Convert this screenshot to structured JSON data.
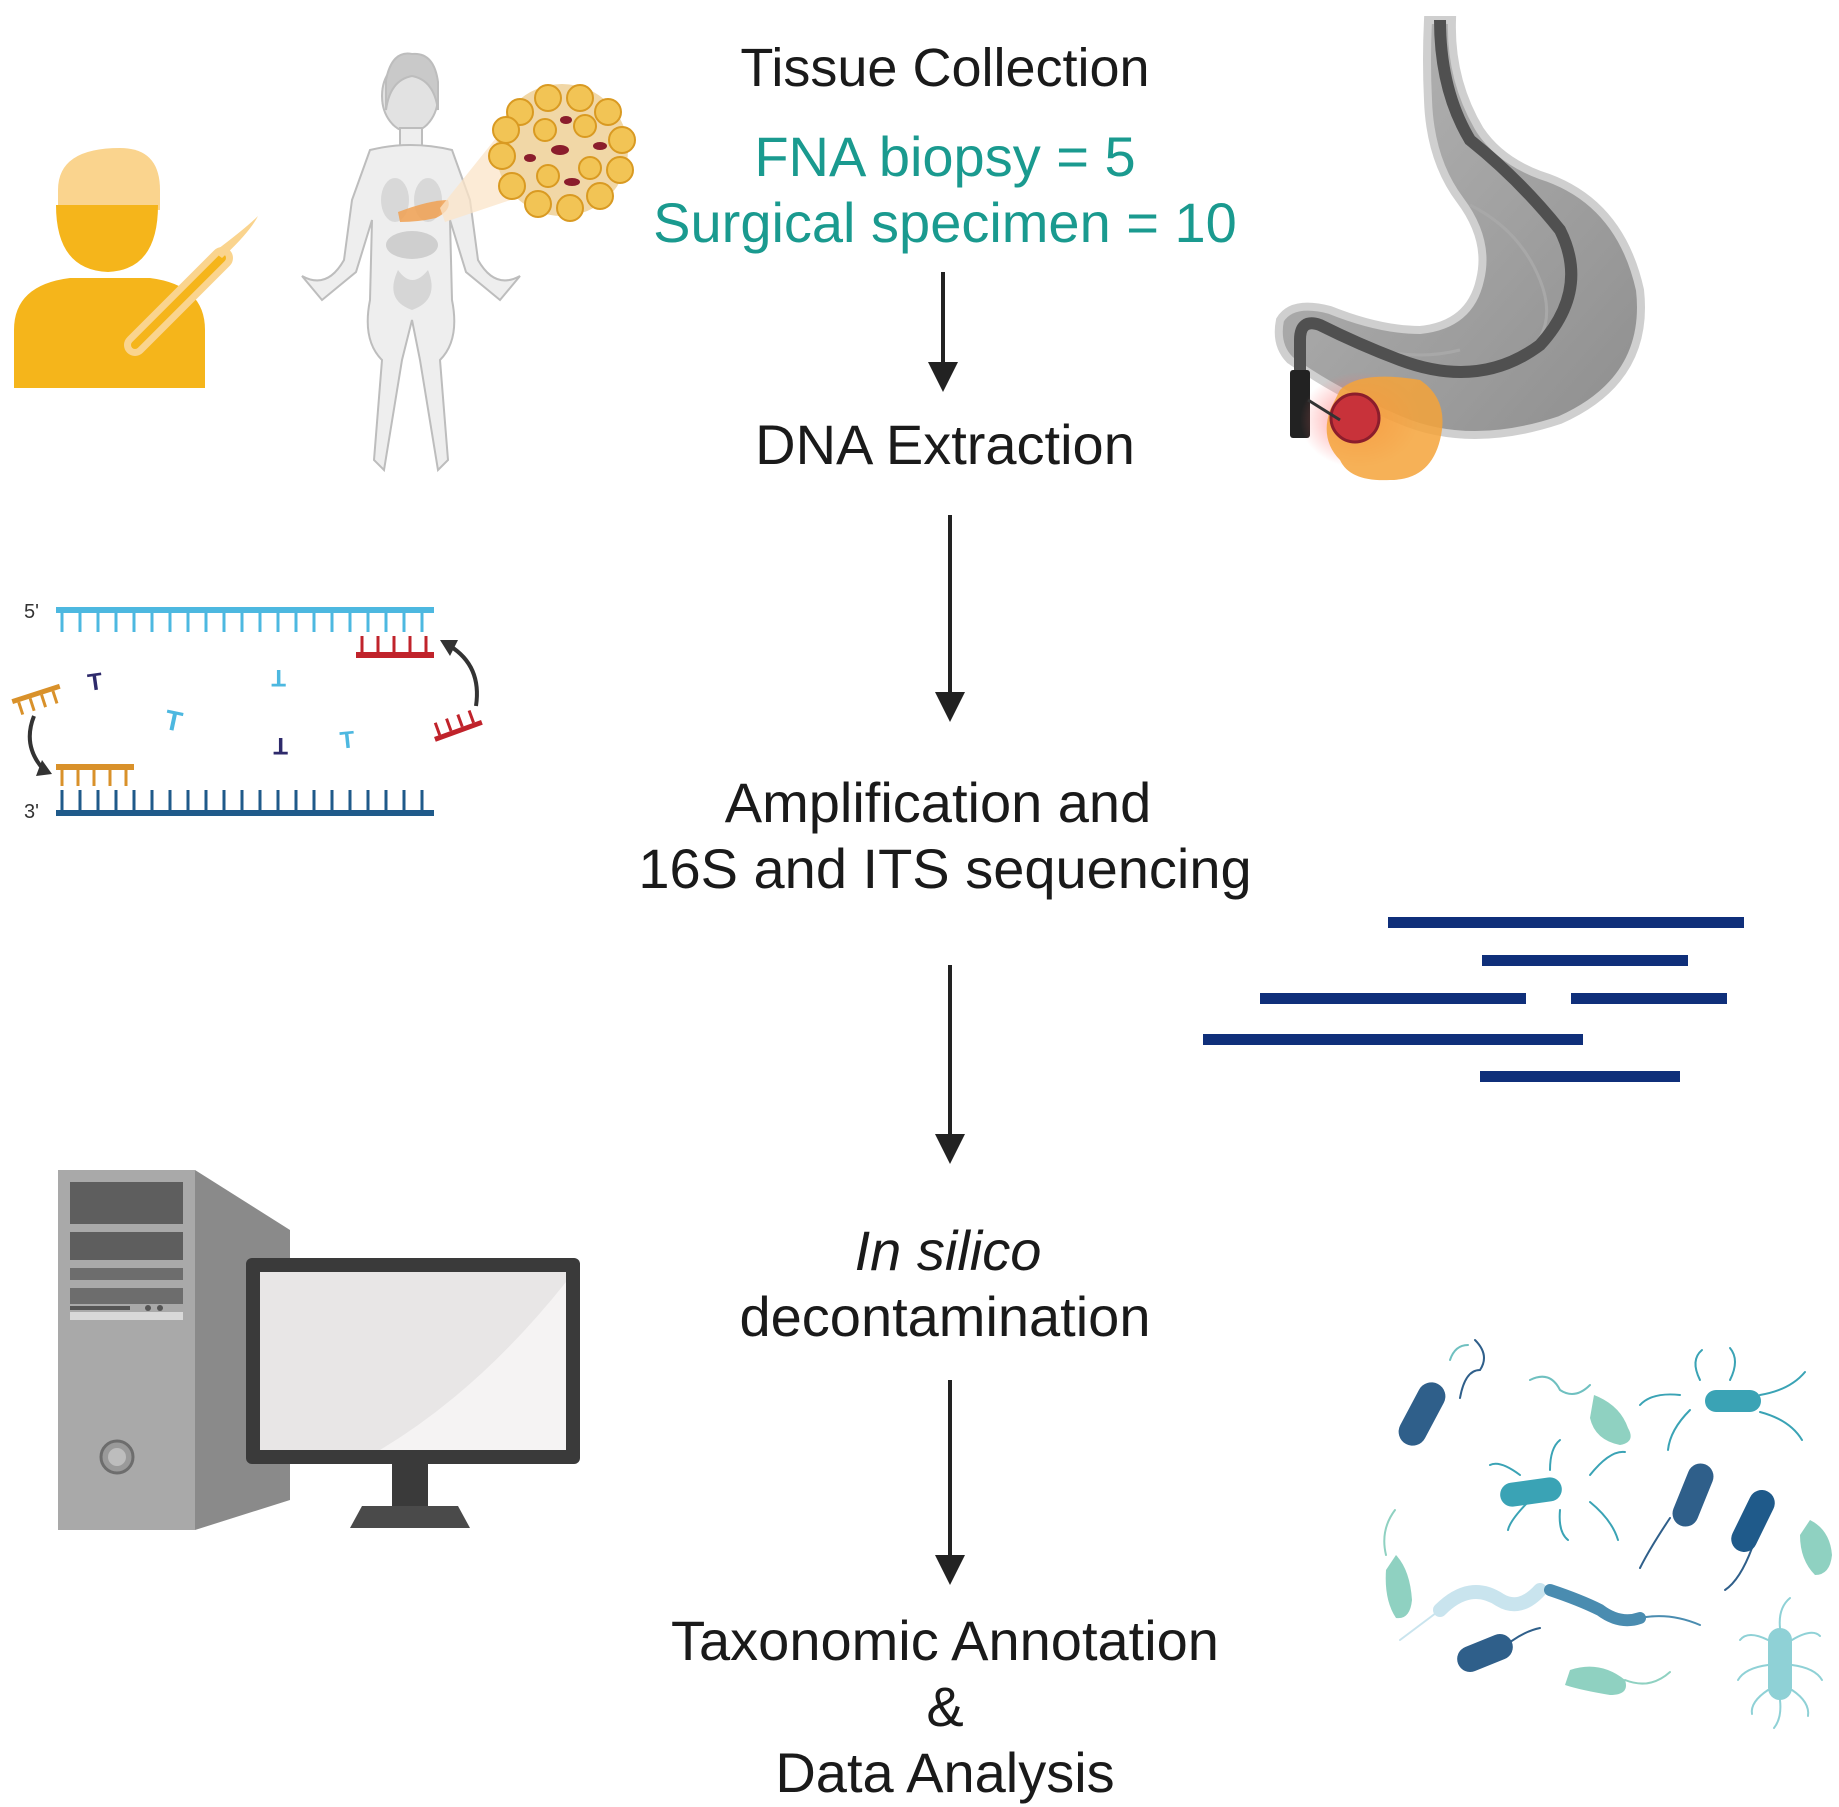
{
  "steps": [
    {
      "label": "Tissue Collection"
    },
    {
      "label": "DNA Extraction"
    },
    {
      "label_line1": "Amplification and",
      "label_line2": "16S and ITS sequencing"
    },
    {
      "label_line1_italic": "In silico",
      "label_line2": "decontamination"
    },
    {
      "label_line1": "Taxonomic Annotation",
      "label_line2": "&",
      "label_line3": "Data Analysis"
    }
  ],
  "samples": {
    "fna": "FNA biopsy = 5",
    "surgical": "Surgical specimen = 10"
  },
  "dna_strand_labels": {
    "five_prime": "5'",
    "three_prime": "3'"
  },
  "colors": {
    "text": "#1a1a1a",
    "sample_text": "#1a9a8f",
    "arrow": "#222222",
    "surgeon": "#f5b51b",
    "strand_light": "#4db8e0",
    "strand_dark": "#1f5a8a",
    "primer_red": "#c0232b",
    "primer_orange": "#d9912a",
    "reads": "#0f2f7a"
  },
  "icons": [
    "surgeon-icon",
    "scalpel-icon",
    "human-body-icon",
    "pancreas-tissue-icon",
    "stomach-endoscope-icon",
    "pcr-dna-icon",
    "sequencing-reads-icon",
    "computer-icon",
    "bacteria-icon"
  ]
}
